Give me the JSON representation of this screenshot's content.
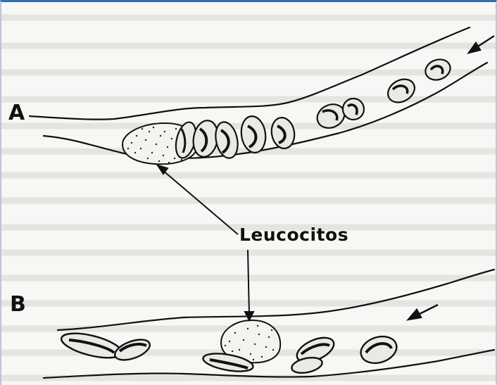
{
  "diagram": {
    "panel_a_label": "A",
    "panel_b_label": "B",
    "leukocyte_label": "Leucocitos"
  },
  "colors": {
    "frame_top": "#2e6fb5",
    "ink": "#111111",
    "ghost_text": "#d9d9d6"
  }
}
